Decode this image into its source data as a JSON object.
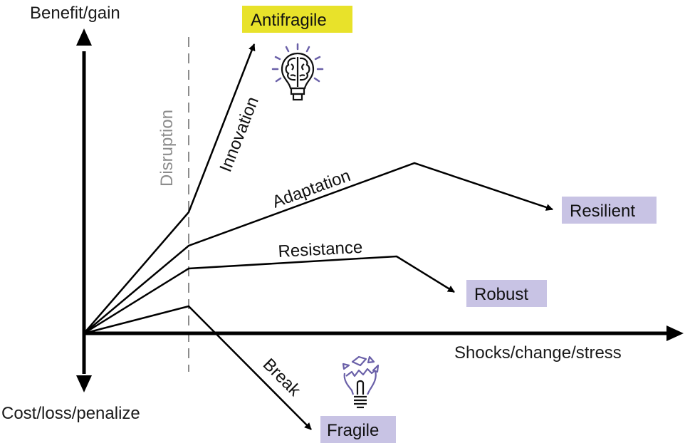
{
  "axes": {
    "y_positive_label": "Benefit/gain",
    "y_negative_label": "Cost/loss/penalize",
    "x_label": "Shocks/change/stress"
  },
  "disruption_label": "Disruption",
  "paths": [
    {
      "id": "innovation",
      "label": "Innovation",
      "outcome": "Antifragile"
    },
    {
      "id": "adaptation",
      "label": "Adaptation",
      "outcome": "Resilient"
    },
    {
      "id": "resistance",
      "label": "Resistance",
      "outcome": "Robust"
    },
    {
      "id": "break",
      "label": "Break",
      "outcome": "Fragile"
    }
  ],
  "outcomes": {
    "antifragile": {
      "label": "Antifragile",
      "color": "#e8e22a"
    },
    "resilient": {
      "label": "Resilient",
      "color": "#c8c3e4"
    },
    "robust": {
      "label": "Robust",
      "color": "#c8c3e4"
    },
    "fragile": {
      "label": "Fragile",
      "color": "#c8c3e4"
    }
  },
  "icons": {
    "antifragile_icon": "brain-lightbulb-icon",
    "fragile_icon": "broken-lightbulb-icon"
  },
  "colors": {
    "line": "#000000",
    "disruption": "#8c8c8c",
    "icon_accent": "#6a60a8"
  }
}
